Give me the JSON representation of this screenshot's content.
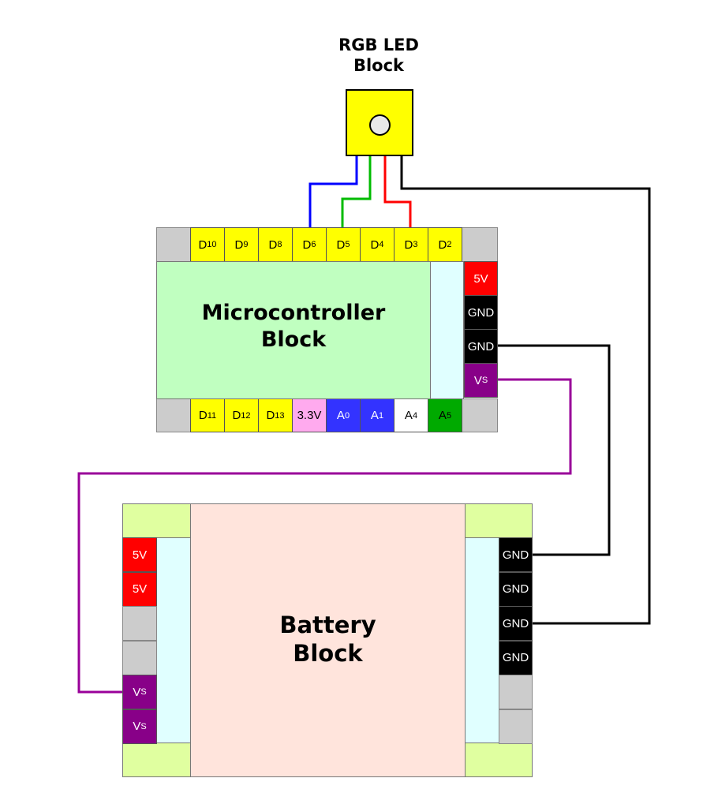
{
  "rgb_led": {
    "title_line1": "RGB LED",
    "title_line2": "Block",
    "color": "#ffff00",
    "icon": "led-icon"
  },
  "microcontroller": {
    "title_line1": "Microcontroller",
    "title_line2": "Block",
    "body_color": "#c0ffc0",
    "top_pins": [
      {
        "main": "D",
        "sub": "10",
        "color": "yellow"
      },
      {
        "main": "D",
        "sub": "9",
        "color": "yellow"
      },
      {
        "main": "D",
        "sub": "8",
        "color": "yellow"
      },
      {
        "main": "D",
        "sub": "6",
        "color": "yellow"
      },
      {
        "main": "D",
        "sub": "5",
        "color": "yellow"
      },
      {
        "main": "D",
        "sub": "4",
        "color": "yellow"
      },
      {
        "main": "D",
        "sub": "3",
        "color": "yellow"
      },
      {
        "main": "D",
        "sub": "2",
        "color": "yellow"
      }
    ],
    "bottom_pins": [
      {
        "main": "D",
        "sub": "11",
        "color": "yellow"
      },
      {
        "main": "D",
        "sub": "12",
        "color": "yellow"
      },
      {
        "main": "D",
        "sub": "13",
        "color": "yellow"
      },
      {
        "main": "3.3V",
        "sub": "",
        "color": "pink"
      },
      {
        "main": "A",
        "sub": "0",
        "color": "blue"
      },
      {
        "main": "A",
        "sub": "1",
        "color": "blue"
      },
      {
        "main": "A",
        "sub": "4",
        "color": "white"
      },
      {
        "main": "A",
        "sub": "5",
        "color": "green"
      }
    ],
    "right_pins": [
      {
        "main": "5V",
        "sub": "",
        "color": "red"
      },
      {
        "main": "GND",
        "sub": "",
        "color": "black"
      },
      {
        "main": "GND",
        "sub": "",
        "color": "black"
      },
      {
        "main": "V",
        "sub": "S",
        "color": "purple"
      }
    ]
  },
  "battery": {
    "title_line1": "Battery",
    "title_line2": "Block",
    "body_color": "#ffe4dc",
    "left_pins": [
      {
        "main": "5V",
        "sub": "",
        "color": "red"
      },
      {
        "main": "5V",
        "sub": "",
        "color": "red"
      },
      {
        "main": "",
        "sub": "",
        "color": "grey"
      },
      {
        "main": "",
        "sub": "",
        "color": "grey"
      },
      {
        "main": "V",
        "sub": "S",
        "color": "purple"
      },
      {
        "main": "V",
        "sub": "S",
        "color": "purple"
      }
    ],
    "right_pins": [
      {
        "main": "GND",
        "sub": "",
        "color": "black"
      },
      {
        "main": "GND",
        "sub": "",
        "color": "black"
      },
      {
        "main": "GND",
        "sub": "",
        "color": "black"
      },
      {
        "main": "GND",
        "sub": "",
        "color": "black"
      },
      {
        "main": "",
        "sub": "",
        "color": "grey"
      },
      {
        "main": "",
        "sub": "",
        "color": "grey"
      }
    ]
  },
  "wires": [
    {
      "name": "blue-wire",
      "from": "RGB LED",
      "to": "D6",
      "color": "#0000ff"
    },
    {
      "name": "green-wire",
      "from": "RGB LED",
      "to": "D5",
      "color": "#00bb00"
    },
    {
      "name": "red-wire",
      "from": "RGB LED",
      "to": "D3",
      "color": "#ff0000"
    },
    {
      "name": "led-gnd-wire",
      "from": "RGB LED",
      "to": "Battery GND 3",
      "color": "#000000"
    },
    {
      "name": "mc-gnd-wire",
      "from": "Microcontroller GND 2",
      "to": "Battery GND 1",
      "color": "#000000"
    },
    {
      "name": "vs-wire",
      "from": "Microcontroller Vs",
      "to": "Battery Vs 1",
      "color": "#990099"
    }
  ]
}
